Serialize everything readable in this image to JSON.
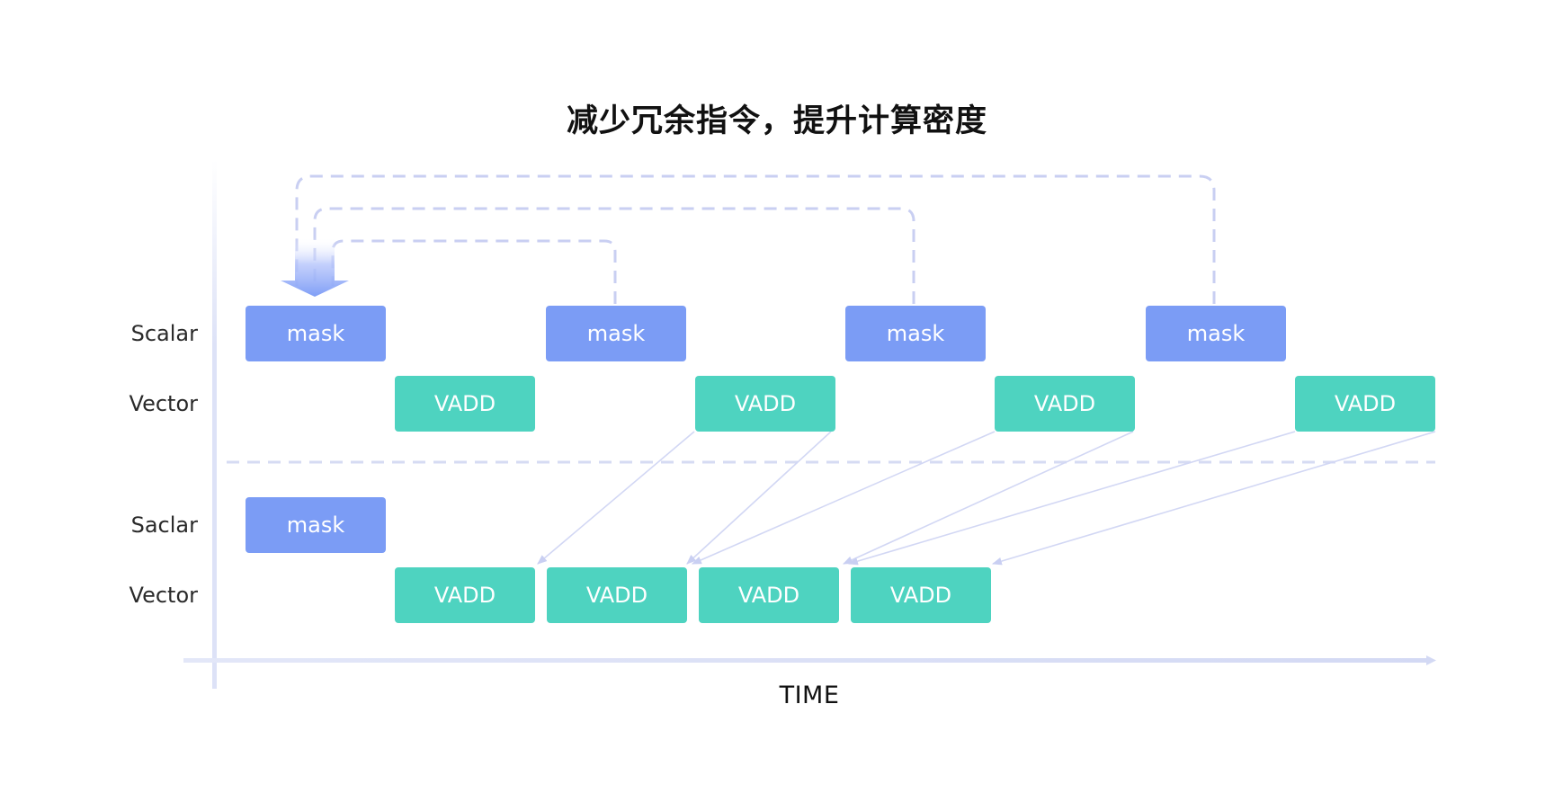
{
  "title": "减少冗余指令，提升计算密度",
  "time_label": "TIME",
  "colors": {
    "mask": "#7b9cf5",
    "vadd": "#4ed3c0",
    "connector": "#c9cff2",
    "axis": "#dde2f7"
  },
  "top_group": {
    "scalar_label": "Scalar",
    "vector_label": "Vector",
    "scalar_blocks": [
      "mask",
      "mask",
      "mask",
      "mask"
    ],
    "vector_blocks": [
      "VADD",
      "VADD",
      "VADD",
      "VADD"
    ]
  },
  "bottom_group": {
    "scalar_label": "Saclar",
    "vector_label": "Vector",
    "scalar_blocks": [
      "mask"
    ],
    "vector_blocks": [
      "VADD",
      "VADD",
      "VADD",
      "VADD"
    ]
  }
}
